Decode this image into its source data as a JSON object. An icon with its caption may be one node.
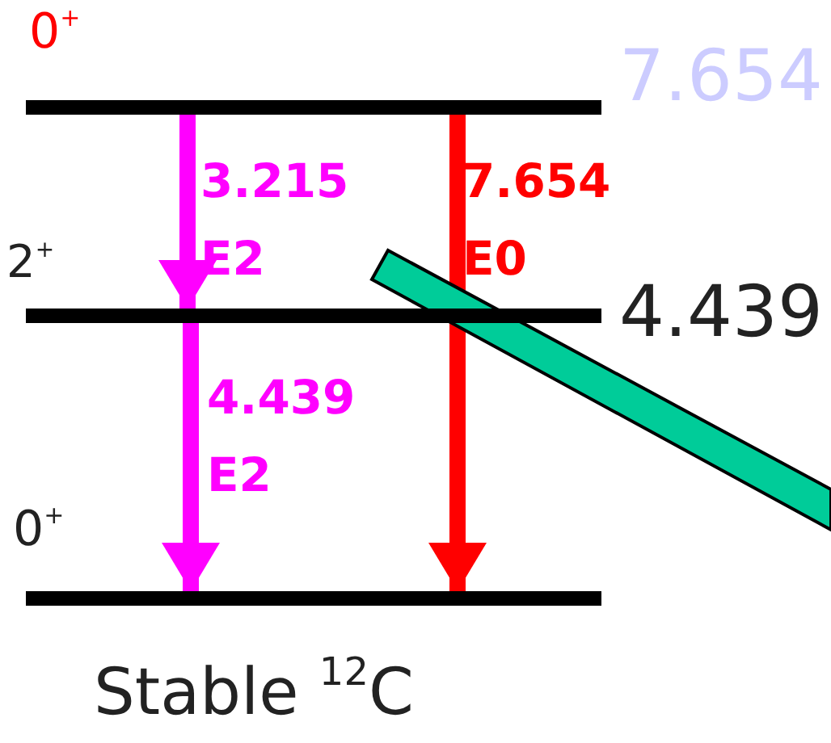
{
  "diagram": {
    "caption": "Stable $^{12}$C",
    "nodes": [
      {
        "text": [],
        "shape": "bar",
        "beside": [
          "0$^{+}$",
          "7.654"
        ]
      },
      {
        "text": [],
        "shape": "bar",
        "beside": [
          "2$^{+}$",
          "4.439"
        ]
      },
      {
        "text": [],
        "shape": "bar",
        "beside": [
          "0$^{+}$"
        ]
      }
    ],
    "edges": [
      {
        "from": 0,
        "to": 1,
        "arrow": "to",
        "label": "3.215 E2"
      },
      {
        "from": 1,
        "to": 2,
        "arrow": "to",
        "label": "4.439 E2"
      },
      {
        "from": 0,
        "to": 2,
        "arrow": "to",
        "label": "7.654 E0",
        "color": "#ff0000"
      }
    ]
  }
}
